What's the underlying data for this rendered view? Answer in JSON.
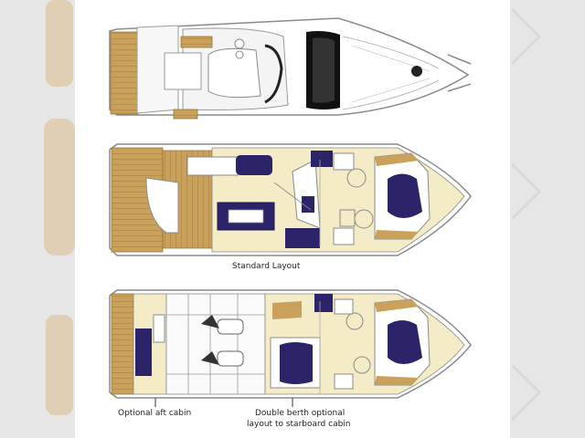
{
  "labels": {
    "standard_layout": "Standard Layout",
    "optional_aft_cabin": "Optional aft cabin",
    "double_berth_line1": "Double berth optional",
    "double_berth_line2": "layout to starboard cabin"
  },
  "colors": {
    "teak": "#c9a15b",
    "teak_dark": "#9c7434",
    "hull_white": "#ffffff",
    "outline": "#8a8a8a",
    "upholstery_navy": "#2b2468",
    "cream_floor": "#f3ecc6",
    "window_black": "#111111",
    "background_gray": "#e6e6e6"
  }
}
